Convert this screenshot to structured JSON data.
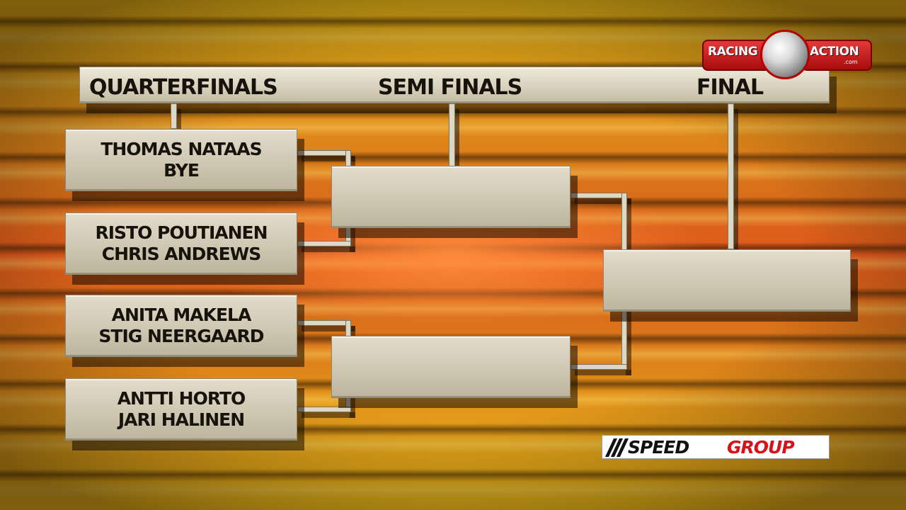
{
  "header": {
    "quarterfinals": "QUARTERFINALS",
    "semifinals": "SEMI FINALS",
    "final": "FINAL"
  },
  "quarterfinals": [
    {
      "top": "THOMAS NATAAS",
      "bottom": "BYE"
    },
    {
      "top": "RISTO POUTIANEN",
      "bottom": "CHRIS ANDREWS"
    },
    {
      "top": "ANITA MAKELA",
      "bottom": "STIG NEERGAARD"
    },
    {
      "top": "ANTTI HORTO",
      "bottom": "JARI HALINEN"
    }
  ],
  "logo": {
    "left": "RACING",
    "right": "ACTION",
    "sub": ".com"
  },
  "sponsor": {
    "part1": "SPEED",
    "part2": "GROUP"
  },
  "colors": {
    "accent_red": "#d4141a",
    "plate": "#cfc7b2",
    "background": "#e0581c"
  }
}
